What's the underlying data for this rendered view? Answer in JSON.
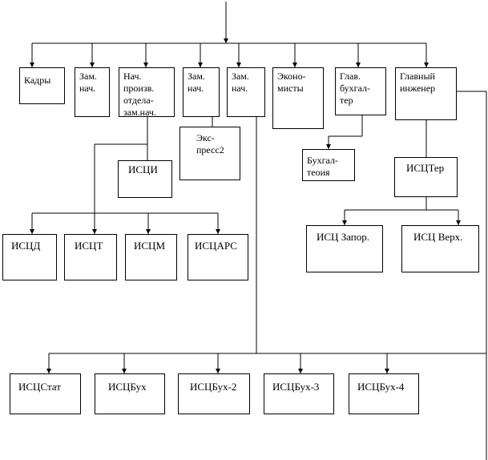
{
  "nodes": {
    "kadry": "Кадры",
    "zam1": "Зам.\nнач.",
    "nach_proizv": "Нач.\nпроизв.\nотдела-\nзам.нач.",
    "zam2": "Зам.\nнач.",
    "zam3": "Зам.\nнач.",
    "ekonomisty": "Эконо-\nмисты",
    "glav_buh": "Глав.\nбухгал-\nтер",
    "glav_inzh": "Главный\nинженер",
    "ekspress2": "Экс-\nпресс2",
    "buhgalteria": "Бухгал-\nтеоия",
    "isci": "ИСЦИ",
    "isctter": "ИСЦТер",
    "iscd": "ИСЦД",
    "isct": "ИСЦТ",
    "iscm": "ИСЦМ",
    "iscars": "ИСЦАРС",
    "isc_zapor": "ИСЦ Запор.",
    "isc_verh": "ИСЦ Верх.",
    "iscstat": "ИСЦСтат",
    "iscbuh": "ИСЦБух",
    "iscbuh2": "ИСЦБух-2",
    "iscbuh3": "ИСЦБух-3",
    "iscbuh4": "ИСЦБух-4"
  }
}
